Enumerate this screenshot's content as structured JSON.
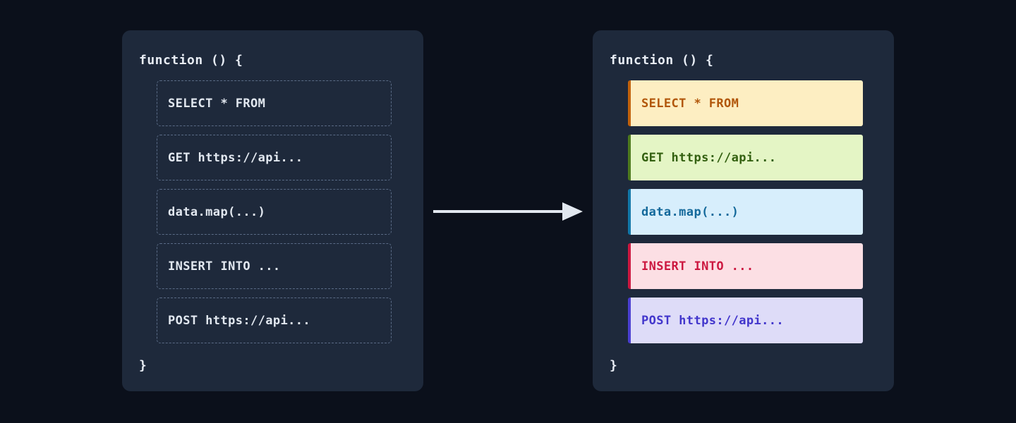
{
  "theme": {
    "page_background": "#0b101b",
    "panel_background": "#1e293b",
    "code_text": "#e8edf5",
    "plain_text": "#e2e8f0",
    "plain_border": "#5a6b86",
    "arrow_color": "#e2e8f0"
  },
  "before_panel": {
    "name": "unhighlighted-code-panel",
    "code_open": "function () {",
    "code_close": "}",
    "statements": [
      {
        "label": "SELECT * FROM"
      },
      {
        "label": "GET https://api..."
      },
      {
        "label": "data.map(...)"
      },
      {
        "label": "INSERT INTO ..."
      },
      {
        "label": "POST https://api..."
      }
    ]
  },
  "after_panel": {
    "name": "highlighted-code-panel",
    "code_open": "function () {",
    "code_close": "}",
    "statements": [
      {
        "label": "SELECT * FROM",
        "kind": "sql-select",
        "background": "#fdeec2",
        "accent": "#c2620c",
        "text": "#b1560a"
      },
      {
        "label": "GET https://api...",
        "kind": "http-get",
        "background": "#e4f5c5",
        "accent": "#4e7a1e",
        "text": "#336010"
      },
      {
        "label": "data.map(...)",
        "kind": "js-transform",
        "background": "#d7eefc",
        "accent": "#1277a8",
        "text": "#14699b"
      },
      {
        "label": "INSERT INTO ...",
        "kind": "sql-insert",
        "background": "#fcdfe4",
        "accent": "#cf १७3c",
        "text": "#cc1840"
      },
      {
        "label": "POST https://api...",
        "kind": "http-post",
        "background": "#dedcf8",
        "accent": "#4b3fd1",
        "text": "#4236cc"
      }
    ]
  },
  "arrow": {
    "name": "transform-arrow",
    "direction": "right",
    "color": "#e2e8f0"
  }
}
